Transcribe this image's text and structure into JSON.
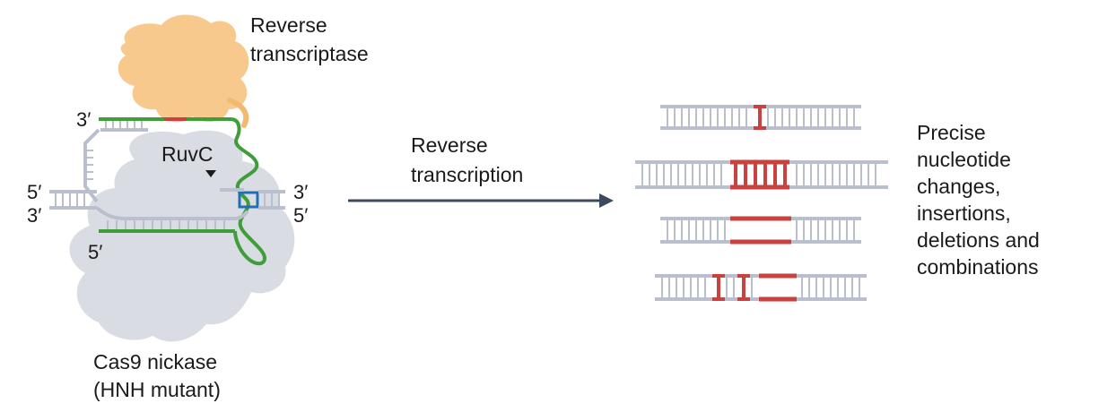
{
  "colors": {
    "rna_guide": "#3f9e3a",
    "dna_strand": "#b9bfcd",
    "cas9_body": "#d9dce3",
    "reverse_transcriptase": "#f8c98d",
    "linker": "#f4b96e",
    "edit": "#c8423f",
    "pbs_clamp": "#1f6fb5",
    "arrow": "#3b4a5e"
  },
  "left_panel": {
    "rt_label_line1": "Reverse",
    "rt_label_line2": "transcriptase",
    "ruvc_label": "RuvC",
    "cas9_label_line1": "Cas9 nickase",
    "cas9_label_line2": "(HNH mutant)",
    "end_top_left": "3′",
    "end_mid_left_top": "5′",
    "end_mid_left_bottom": "3′",
    "end_mid_right_top": "3′",
    "end_mid_right_bottom": "5′",
    "end_bottom_left": "5′"
  },
  "arrow": {
    "label_line1": "Reverse",
    "label_line2": "transcription"
  },
  "outcomes": {
    "label_lines": [
      "Precise",
      "nucleotide",
      "changes,",
      "insertions,",
      "deletions and",
      "combinations"
    ],
    "items": [
      "substitution",
      "insertion",
      "deletion",
      "combination"
    ]
  }
}
